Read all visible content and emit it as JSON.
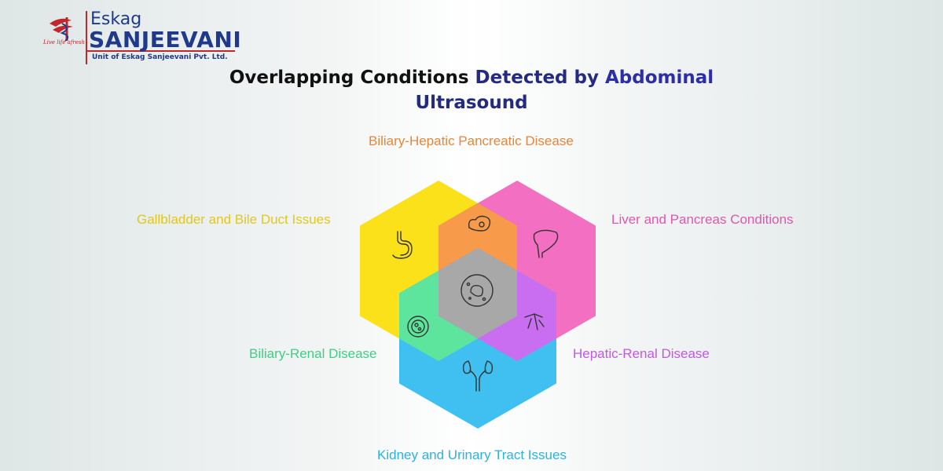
{
  "logo": {
    "brand_top": "Eskag",
    "brand_main": "SANJEEVANI",
    "subtitle": "Unit of Eskag Sanjeevani Pvt. Ltd.",
    "tagline": "Live life afresh"
  },
  "title": {
    "line1_part1": "Overlapping Conditions",
    "line1_part2": "Detected by",
    "line1_part3": "Abdominal",
    "line2": "Ultrasound"
  },
  "labels": {
    "top": "Biliary-Hepatic Pancreatic Disease",
    "gallbladder": "Gallbladder and Bile Duct Issues",
    "liver": "Liver and Pancreas Conditions",
    "biliary_renal": "Biliary-Renal Disease",
    "hepatic_renal": "Hepatic-Renal Disease",
    "kidney": "Kidney and Urinary Tract Issues"
  },
  "colors": {
    "yellow": "#fbe11a",
    "pink": "#f26fc1",
    "blue": "#3fc0f0",
    "orange": "#f79a4a",
    "green": "#5de59e",
    "purple": "#c96ef0",
    "gray": "#a8a8a8",
    "label_orange": "#e8853a",
    "label_yellow": "#e3c819",
    "label_pink": "#e356ad",
    "label_green": "#3fcf83",
    "label_purple": "#c456e8",
    "label_blue": "#2ab3e6"
  },
  "icons": {
    "gallbladder": "stomach-icon",
    "liver": "liver-icon",
    "pancreas": "pancreas-icon",
    "center": "cell-icon",
    "biliary_renal": "microbe-icon",
    "hepatic_renal": "liver-kidney-icon",
    "kidney": "kidneys-icon"
  }
}
